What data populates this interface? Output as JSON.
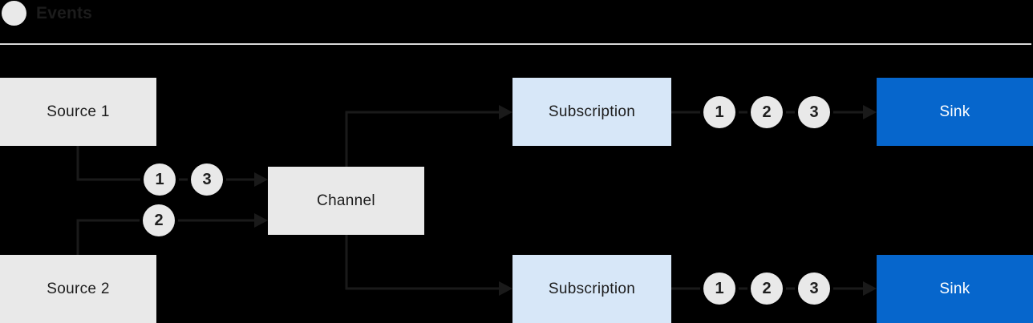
{
  "legend": {
    "label": "Events"
  },
  "diagram": {
    "nodes": {
      "source1": {
        "label": "Source 1"
      },
      "source2": {
        "label": "Source 2"
      },
      "channel": {
        "label": "Channel"
      },
      "subscription_top": {
        "label": "Subscription"
      },
      "subscription_bottom": {
        "label": "Subscription"
      },
      "sink_top": {
        "label": "Sink"
      },
      "sink_bottom": {
        "label": "Sink"
      }
    },
    "event_badges": {
      "source1_to_channel": [
        "1",
        "3"
      ],
      "source2_to_channel": [
        "2"
      ],
      "subscription_top_to_sink": [
        "1",
        "2",
        "3"
      ],
      "subscription_bottom_to_sink": [
        "1",
        "2",
        "3"
      ]
    },
    "colors": {
      "background": "#000000",
      "source_fill": "#e9e9e9",
      "subscription_fill": "#d7e7f8",
      "sink_fill": "#0666cc",
      "sink_text": "#ffffff",
      "node_text": "#1c1c1c",
      "connector": "#1a1a1a",
      "badge_fill": "#e9e9e9",
      "divider": "#d8d8d8"
    }
  }
}
